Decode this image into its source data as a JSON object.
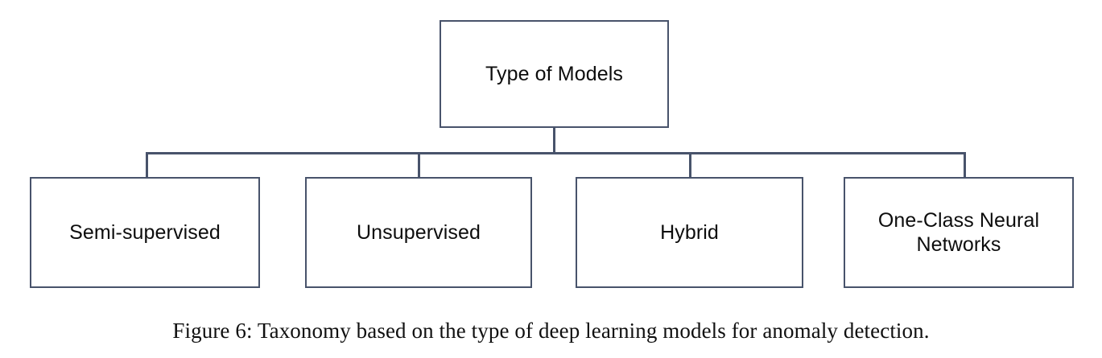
{
  "figure": {
    "caption": "Figure 6: Taxonomy based on the type of deep learning models for anomaly detection.",
    "colors": {
      "box_border": "#48536b",
      "connector": "#48536b",
      "box_fill": "#ffffff",
      "text": "#0d0d0d",
      "background": "#ffffff"
    }
  },
  "diagram": {
    "type": "tree",
    "orientation": "top-down",
    "root": {
      "label": "Type of Models"
    },
    "children": [
      {
        "label": "Semi-supervised"
      },
      {
        "label": "Unsupervised"
      },
      {
        "label": "Hybrid"
      },
      {
        "label": "One-Class Neural\nNetworks"
      }
    ]
  }
}
